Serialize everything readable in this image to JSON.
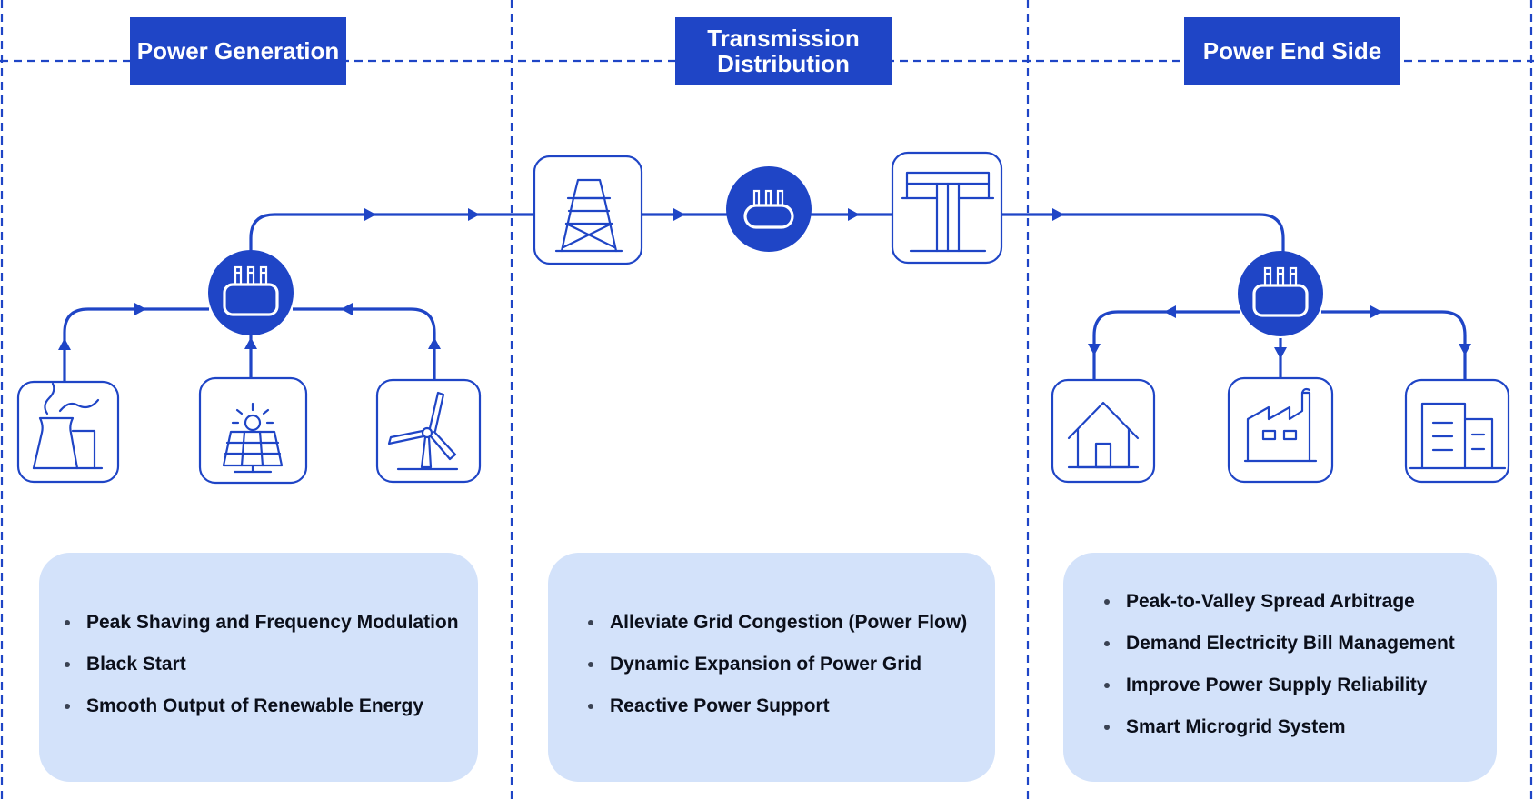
{
  "sections": [
    {
      "key": "generation",
      "title_lines": [
        "Power Generation"
      ],
      "bullets": [
        "Peak Shaving and Frequency Modulation",
        "Black Start",
        "Smooth Output of Renewable Energy"
      ]
    },
    {
      "key": "transmission",
      "title_lines": [
        "Transmission",
        "Distribution"
      ],
      "bullets": [
        "Alleviate Grid Congestion (Power Flow)",
        "Dynamic Expansion of Power Grid",
        "Reactive Power Support"
      ]
    },
    {
      "key": "end_side",
      "title_lines": [
        "Power End Side"
      ],
      "bullets": [
        "Peak-to-Valley Spread Arbitrage",
        "Demand Electricity Bill Management",
        "Improve Power Supply Reliability",
        "Smart Microgrid System"
      ]
    }
  ],
  "icons": {
    "generation_sources": [
      "thermal-power-plant-icon",
      "solar-panel-icon",
      "wind-turbine-icon"
    ],
    "transmission_nodes": [
      "transmission-tower-icon",
      "energy-storage-icon",
      "distribution-pole-icon"
    ],
    "consumers": [
      "house-icon",
      "factory-icon",
      "office-building-icon"
    ],
    "hub": "energy-storage-icon"
  },
  "colors": {
    "primary_blue": "#1f45c6",
    "panel_fill": "#d3e2fa",
    "text_dark": "#0b0f1a"
  }
}
